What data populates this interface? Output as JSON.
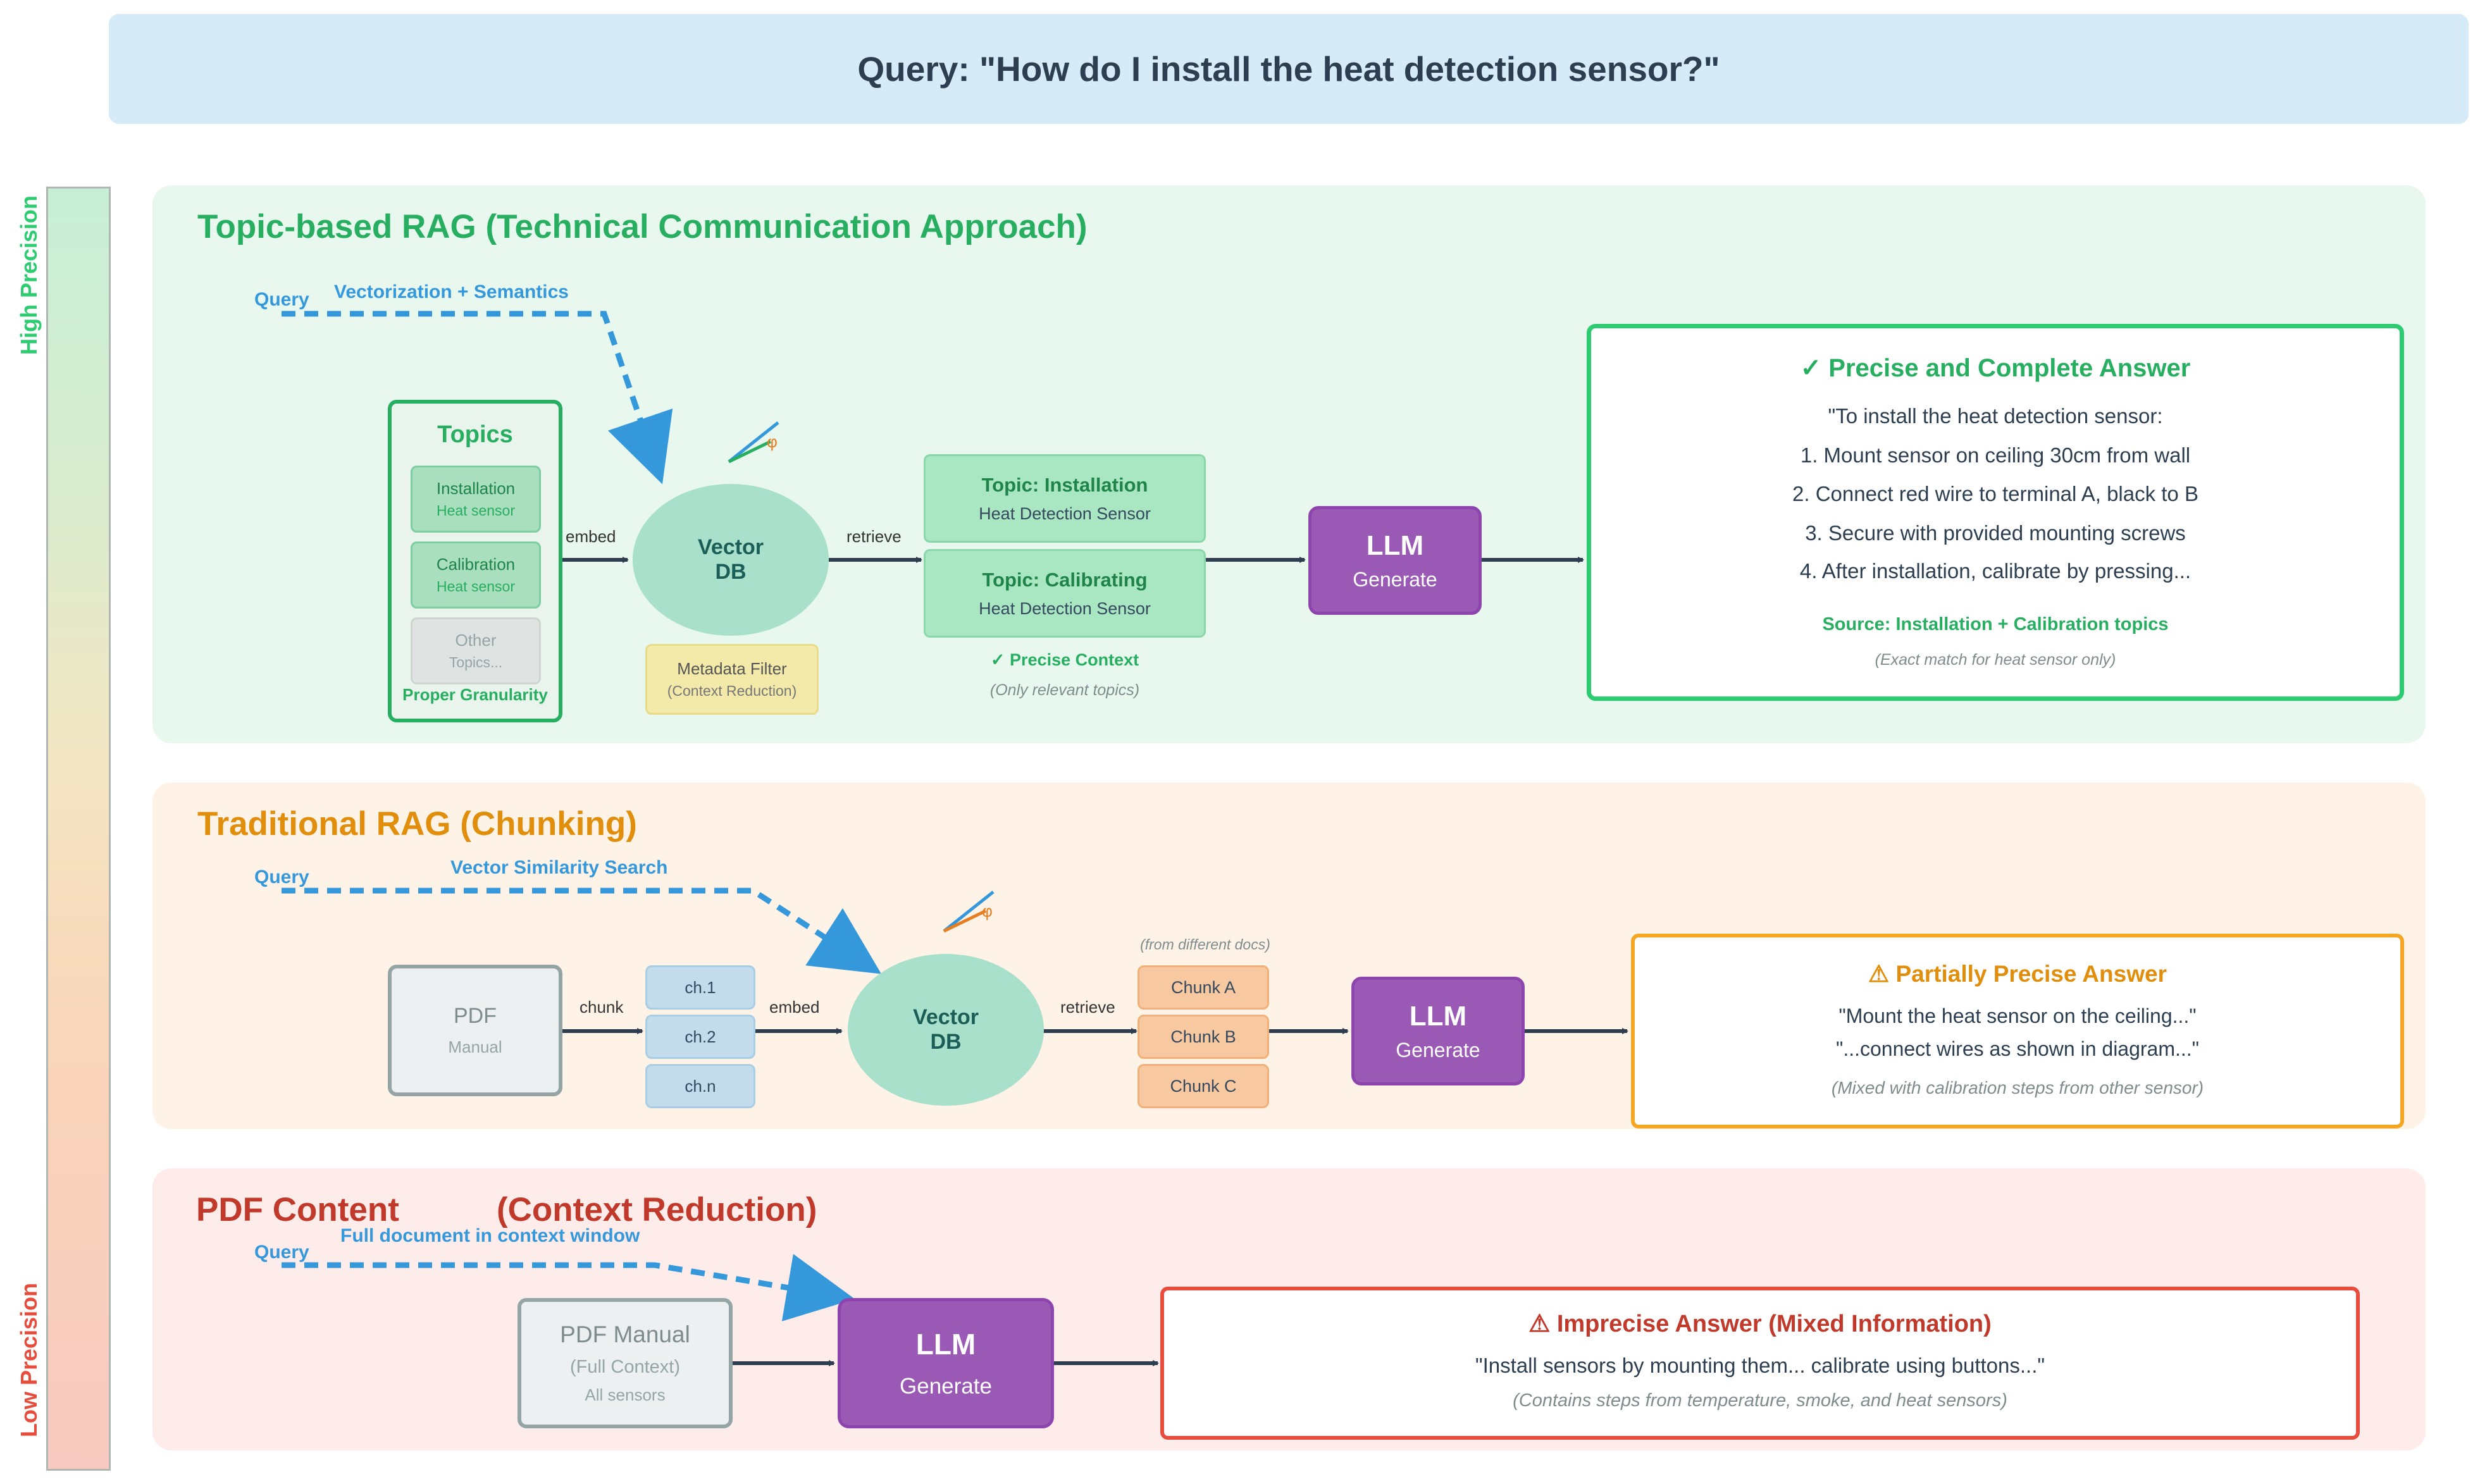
{
  "header": {
    "query": "Query: \"How do I install the heat detection sensor?\""
  },
  "scale": {
    "high": "High Precision",
    "low": "Low Precision"
  },
  "colors": {
    "green": "#27ae60",
    "orange": "#e08e0b",
    "red": "#e74c3c",
    "blue": "#3498db",
    "purple": "#9b59b6"
  },
  "topic_rag": {
    "title": "Topic-based RAG (Technical Communication Approach)",
    "query_label": "Query",
    "path_label": "Vectorization + Semantics",
    "topics": {
      "heading": "Topics",
      "items": [
        {
          "name": "Installation",
          "sub": "Heat sensor"
        },
        {
          "name": "Calibration",
          "sub": "Heat sensor"
        },
        {
          "name": "Other",
          "sub": "Topics..."
        }
      ],
      "footer": "Proper Granularity"
    },
    "embed_label": "embed",
    "vector_db": {
      "line1": "Vector",
      "line2": "DB",
      "angle": "φ"
    },
    "metadata_filter": {
      "line1": "Metadata Filter",
      "line2": "(Context Reduction)"
    },
    "retrieve_label": "retrieve",
    "results": [
      {
        "title": "Topic: Installation",
        "sub": "Heat Detection Sensor"
      },
      {
        "title": "Topic: Calibrating",
        "sub": "Heat Detection Sensor"
      }
    ],
    "context_title": "✓ Precise Context",
    "context_sub": "(Only relevant topics)",
    "llm": {
      "title": "LLM",
      "sub": "Generate"
    },
    "answer": {
      "title": "✓ Precise and Complete Answer",
      "lines": [
        "\"To install the heat detection sensor:",
        "1. Mount sensor on ceiling 30cm from wall",
        "2. Connect red wire to terminal A, black to B",
        "3. Secure with provided mounting screws",
        "4. After installation, calibrate by pressing..."
      ],
      "source": "Source: Installation + Calibration topics",
      "note": "(Exact match for heat sensor only)"
    }
  },
  "traditional_rag": {
    "title": "Traditional RAG (Chunking)",
    "query_label": "Query",
    "path_label": "Vector Similarity Search",
    "pdf": {
      "line1": "PDF",
      "line2": "Manual"
    },
    "chunk_label": "chunk",
    "chunks_in": [
      "ch.1",
      "ch.2",
      "ch.n"
    ],
    "embed_label": "embed",
    "vector_db": {
      "line1": "Vector",
      "line2": "DB",
      "angle": "φ"
    },
    "retrieve_label": "retrieve",
    "from_note": "(from different docs)",
    "chunks_out": [
      "Chunk A",
      "Chunk B",
      "Chunk C"
    ],
    "llm": {
      "title": "LLM",
      "sub": "Generate"
    },
    "answer": {
      "title": "⚠ Partially Precise Answer",
      "lines": [
        "\"Mount the heat sensor on the ceiling...\"",
        "\"...connect wires as shown in diagram...\""
      ],
      "note": "(Mixed with calibration steps from other sensor)"
    }
  },
  "pdf_content": {
    "title": "PDF Content",
    "title2": "(Context Reduction)",
    "query_label": "Query",
    "path_label": "Full document in context window",
    "pdf": {
      "line1": "PDF Manual",
      "line2": "(Full Context)",
      "line3": "All sensors"
    },
    "llm": {
      "title": "LLM",
      "sub": "Generate"
    },
    "answer": {
      "title": "⚠ Imprecise Answer (Mixed Information)",
      "line": "\"Install sensors by mounting them... calibrate using buttons...\"",
      "note": "(Contains steps from temperature, smoke, and heat sensors)"
    }
  }
}
